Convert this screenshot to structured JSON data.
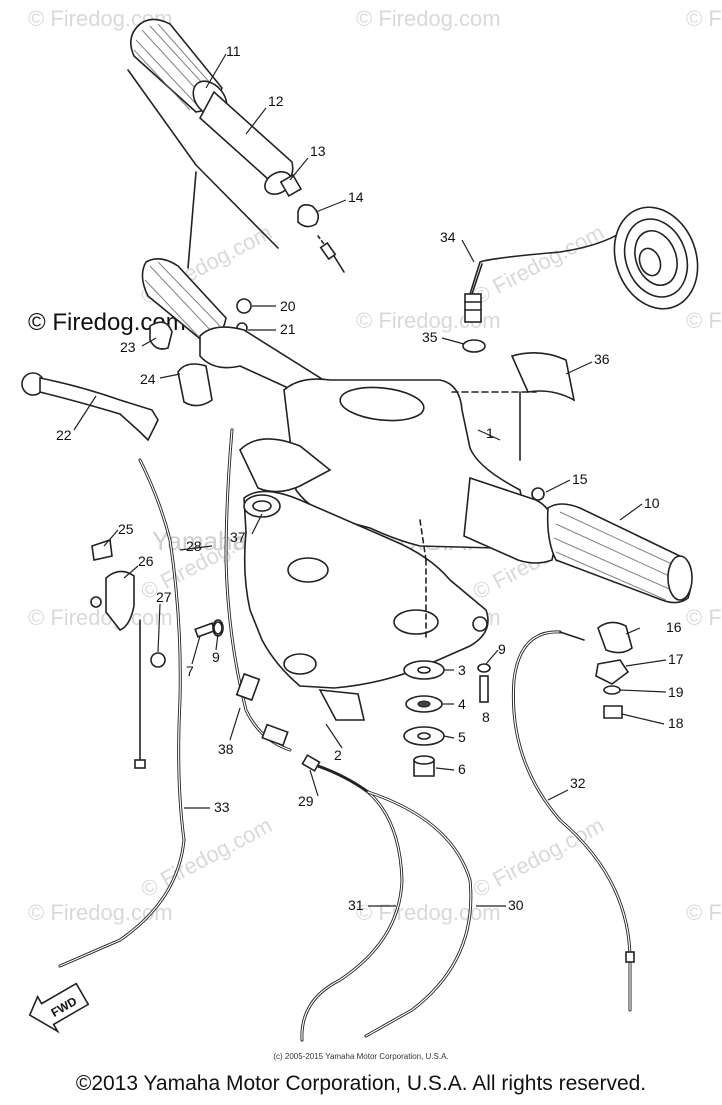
{
  "watermarks": {
    "corner": "© Firedog.com",
    "left_dark": "© Firedog.com",
    "center": "Yamaha Motor Corp, U.S.A."
  },
  "callouts": {
    "p1": "1",
    "p2": "2",
    "p3": "3",
    "p4": "4",
    "p5": "5",
    "p6": "6",
    "p7": "7",
    "p8": "8",
    "p9a": "9",
    "p9b": "9",
    "p10": "10",
    "p11": "11",
    "p12": "12",
    "p13": "13",
    "p14": "14",
    "p15": "15",
    "p16": "16",
    "p17": "17",
    "p18": "18",
    "p19": "19",
    "p20": "20",
    "p21": "21",
    "p22": "22",
    "p23": "23",
    "p24": "24",
    "p25": "25",
    "p26": "26",
    "p27": "27",
    "p28": "28",
    "p29": "29",
    "p30": "30",
    "p31": "31",
    "p32": "32",
    "p33": "33",
    "p34": "34",
    "p35": "35",
    "p36": "36",
    "p37": "37",
    "p38": "38"
  },
  "fwd_label": "FWD",
  "small_credit": "(c) 2005-2015 Yamaha Motor Corporation, U.S.A.",
  "copyright": "©2013 Yamaha Motor Corporation, U.S.A. All rights reserved."
}
